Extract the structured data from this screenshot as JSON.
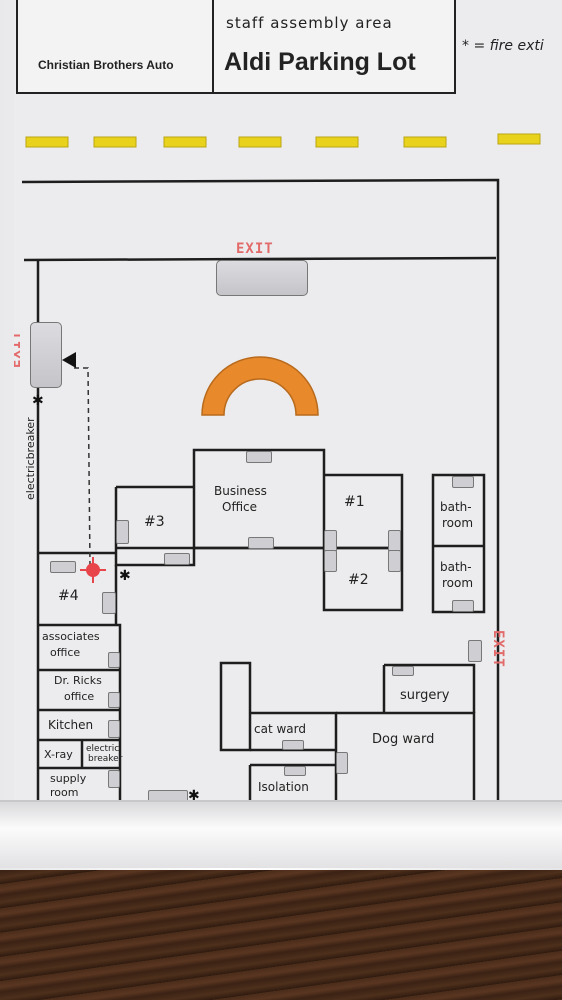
{
  "header": {
    "neighbor_label": "Christian Brothers Auto",
    "lot_label": "Aldi Parking Lot",
    "assembly_label": "staff assembly area",
    "legend_fire": "* = fire exti"
  },
  "exits": {
    "top": "EXIT",
    "left": "EXIT",
    "right": "EXIT"
  },
  "rooms": {
    "business_office": [
      "Business",
      "Office"
    ],
    "room1": "#1",
    "room2": "#2",
    "room3": "#3",
    "room4": "#4",
    "bathroom_a": [
      "bath-",
      "room"
    ],
    "bathroom_b": [
      "bath-",
      "room"
    ],
    "associates_office": [
      "associates",
      "office"
    ],
    "dr_office": [
      "Dr. Ricks",
      "office"
    ],
    "kitchen": "Kitchen",
    "xray": "X-ray",
    "electric_breaker_small": [
      "electric",
      "breaker"
    ],
    "supply_room": [
      "supply",
      "room"
    ],
    "surgery": "surgery",
    "cat_ward": "cat ward",
    "dog_ward": "Dog ward",
    "isolation": "Isolation",
    "electric_breaker_wall": "electricbreaker"
  },
  "colors": {
    "road_dash": "#e9d21c",
    "assembly_arc": "#e8892c",
    "exit_text": "#e36a6a",
    "marker": "#e8454a"
  }
}
